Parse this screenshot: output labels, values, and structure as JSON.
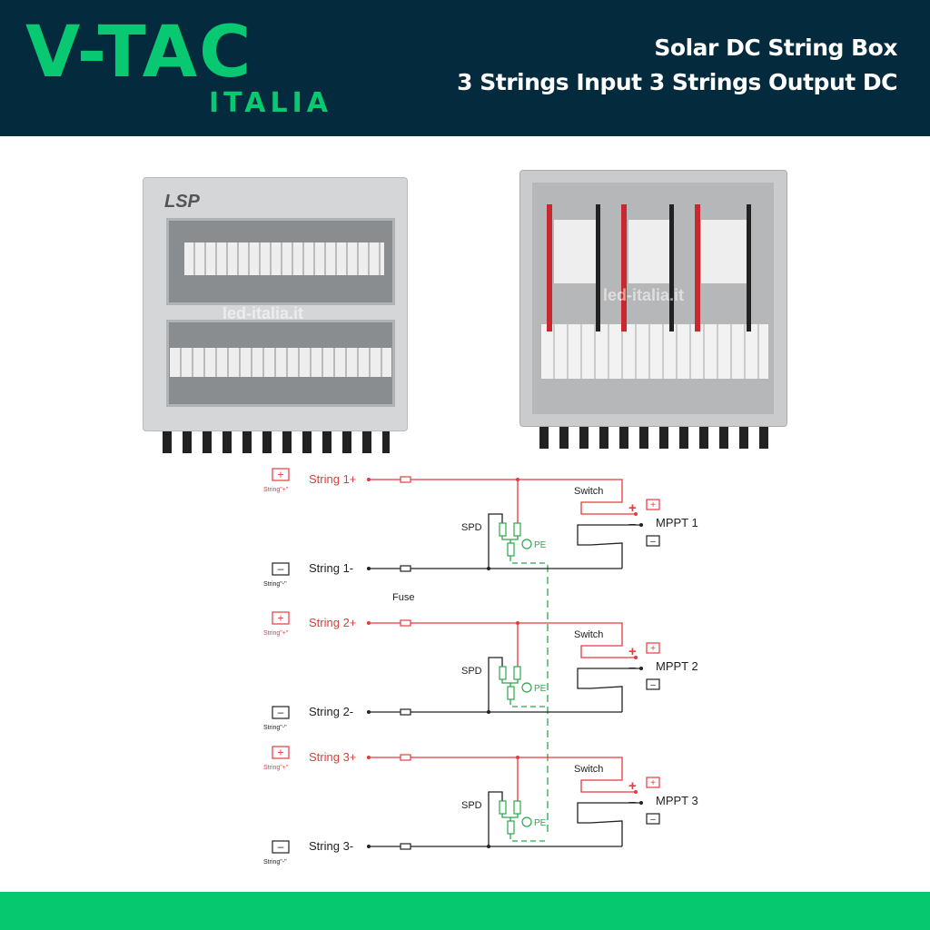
{
  "brand": {
    "logo_main": "V-TAC",
    "logo_sub": "ITALIA"
  },
  "title": {
    "line1": "Solar DC String Box",
    "line2": "3 Strings Input 3 Strings Output DC"
  },
  "products": {
    "left_brand": "LSP",
    "watermark": "led-italia.it"
  },
  "diagram": {
    "fuse_label": "Fuse",
    "spd_label": "SPD",
    "switch_label": "Switch",
    "pe_label": "PE",
    "plus_caption": "String\"+\"",
    "minus_caption": "String\"-\"",
    "plus_sign": "+",
    "minus_sign": "–",
    "strings": [
      {
        "plus": "String 1+",
        "minus": "String 1-",
        "mppt": "MPPT 1"
      },
      {
        "plus": "String 2+",
        "minus": "String 2-",
        "mppt": "MPPT 2"
      },
      {
        "plus": "String 3+",
        "minus": "String 3-",
        "mppt": "MPPT 3"
      }
    ],
    "colors": {
      "positive": "#e8393d",
      "negative": "#222222",
      "ground": "#2aa84a"
    }
  }
}
